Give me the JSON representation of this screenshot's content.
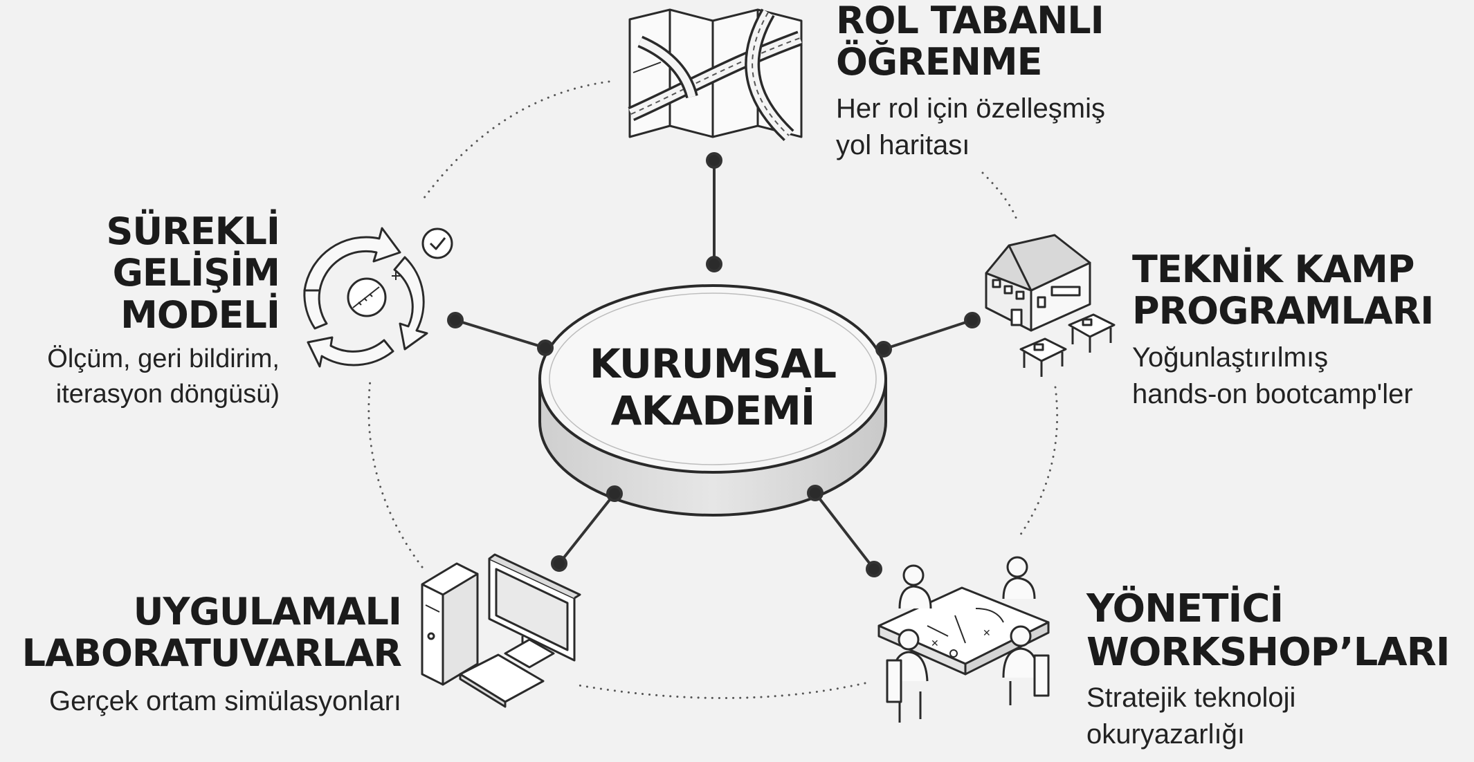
{
  "center": {
    "title_line1": "KURUMSAL",
    "title_line2": "AKADEMİ"
  },
  "nodes": {
    "rol": {
      "title_line1": "ROL TABANLI",
      "title_line2": "ÖĞRENME",
      "desc_line1": "Her rol için özelleşmiş",
      "desc_line2": "yol haritası",
      "icon": "folded-map-icon"
    },
    "kamp": {
      "title_line1": "TEKNİK KAMP",
      "title_line2": "PROGRAMLARI",
      "desc_line1": "Yoğunlaştırılmış",
      "desc_line2": "hands-on bootcamp'ler",
      "icon": "campus-building-icon"
    },
    "workshop": {
      "title_line1": "YÖNETİCİ",
      "title_line2": "WORKSHOP’LARI",
      "desc_line1": "Stratejik teknoloji",
      "desc_line2": "okuryazarlığı",
      "icon": "meeting-table-icon"
    },
    "lab": {
      "title_line1": "UYGULAMALI",
      "title_line2": "LABORATUVARLAR",
      "desc_line1": "Gerçek ortam simülasyonları",
      "icon": "desktop-computer-icon"
    },
    "surekli": {
      "title_line1": "SÜREKLİ",
      "title_line2": "GELİŞİM",
      "title_line3": "MODELİ",
      "desc_line1": "Ölçüm, geri bildirim,",
      "desc_line2": "iterasyon döngüsü)",
      "icon": "cycle-arrows-icon"
    }
  },
  "colors": {
    "background": "#f2f2f2",
    "ink": "#1b1b1b",
    "line": "#333333"
  }
}
